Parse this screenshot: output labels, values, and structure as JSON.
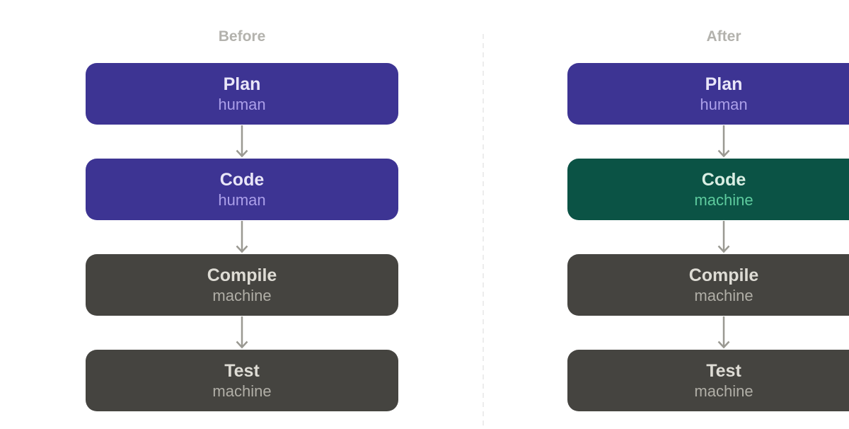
{
  "before": {
    "title": "Before",
    "steps": [
      {
        "label": "Plan",
        "actor": "human",
        "style": "human"
      },
      {
        "label": "Code",
        "actor": "human",
        "style": "human"
      },
      {
        "label": "Compile",
        "actor": "machine",
        "style": "machine"
      },
      {
        "label": "Test",
        "actor": "machine",
        "style": "machine"
      }
    ]
  },
  "after": {
    "title": "After",
    "steps": [
      {
        "label": "Plan",
        "actor": "human",
        "style": "human"
      },
      {
        "label": "Code",
        "actor": "machine",
        "style": "machine-green"
      },
      {
        "label": "Compile",
        "actor": "machine",
        "style": "machine"
      },
      {
        "label": "Test",
        "actor": "machine",
        "style": "machine"
      }
    ]
  },
  "colors": {
    "background": "#ffffff",
    "divider": "#ececec",
    "panel_title": "#b3b2ad",
    "human_box": "#3d3493",
    "human_label": "#e9e6f8",
    "human_actor": "#ab9fe9",
    "machine_box": "#454440",
    "machine_label": "#dedcd5",
    "machine_actor": "#b0aea6",
    "machine_green_box": "#0b5345",
    "machine_green_label": "#d9eee3",
    "machine_green_actor": "#5ecb9e",
    "arrow": "#9a9992"
  },
  "icons": {
    "arrow": "arrow-down-icon"
  }
}
